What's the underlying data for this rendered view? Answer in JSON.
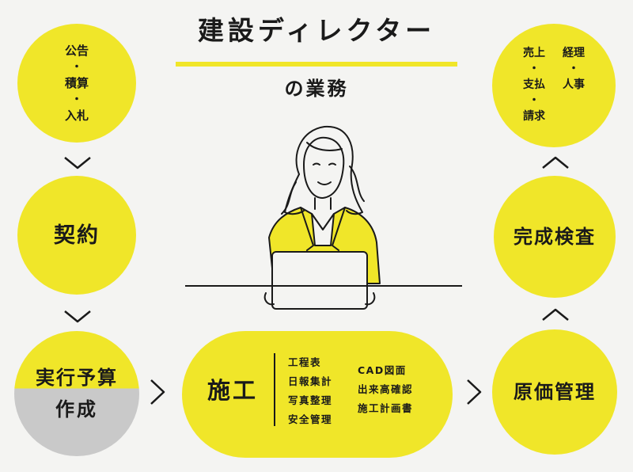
{
  "title": {
    "main": "建設ディレクター",
    "sub": "の業務"
  },
  "nodes": {
    "kokoku": {
      "lines": [
        "公告",
        "・",
        "積算",
        "・",
        "入札"
      ]
    },
    "keiyaku": {
      "label": "契約"
    },
    "jikko": {
      "line1": "実行予算",
      "line2": "作成"
    },
    "seko": {
      "label": "施工",
      "list_left": [
        "工程表",
        "日報集計",
        "写真整理",
        "安全管理"
      ],
      "list_right": [
        "CAD図面",
        "出来高確認",
        "施工計画書"
      ]
    },
    "genka": {
      "label": "原価管理"
    },
    "kansei": {
      "label": "完成検査"
    },
    "uriage": {
      "col_left": [
        "売上",
        "・",
        "支払",
        "・",
        "請求"
      ],
      "col_right": [
        "経理",
        "・",
        "人事"
      ]
    }
  },
  "colors": {
    "accent": "#f0e629",
    "gray": "#c9c9c9",
    "ink": "#1a1a1a",
    "background": "#f4f4f2"
  },
  "icons": [
    "chevron-down-icon",
    "chevron-right-icon",
    "chevron-up-icon",
    "woman-laptop-illustration"
  ]
}
